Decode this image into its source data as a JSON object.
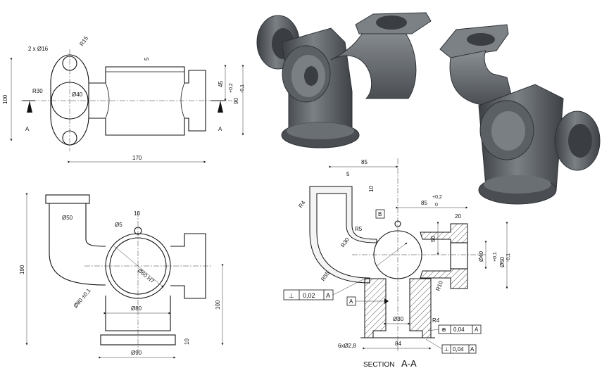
{
  "top_view": {
    "holes": "2 x Ø16",
    "r15": "R15",
    "r30": "R30",
    "d40": "Ø40",
    "dim100": "100",
    "dim170": "170",
    "dim5": "5",
    "dim45": "45",
    "dim90": "90",
    "tol_plus": "+0,2",
    "tol_minus": "-0,1",
    "sec_left": "A",
    "sec_right": "A"
  },
  "front_view": {
    "d50": "Ø50",
    "d5": "Ø5",
    "d10": "10",
    "d60": "Ø60 H7",
    "d80_tol": "Ø80 ±0,1",
    "d80": "Ø80",
    "d90": "Ø90",
    "dim190": "190",
    "dim100": "100",
    "dim10": "10"
  },
  "section_view": {
    "dim85_top": "85",
    "dim5": "5",
    "dim10": "10",
    "dim85_right": "85",
    "tol_plus": "+0,2",
    "tol_zero": "0",
    "dim20": "20",
    "r4_top": "R4",
    "r5": "R5",
    "r30": "R30",
    "r55": "R55",
    "dim50": "50",
    "d40": "Ø40",
    "d50_tol": "Ø50",
    "d50_plus": "+0,1",
    "d50_minus": "-0,1",
    "r10": "R10",
    "d30": "Ø30",
    "r4_bottom": "R4",
    "holes6": "6xØ2,8",
    "dim84": "84",
    "datum_b": "B",
    "datum_a": "A",
    "fcf1": {
      "symbol": "⊥",
      "value": "0,02",
      "datum": "A"
    },
    "fcf2": {
      "symbol": "⊕",
      "value": "0,04",
      "datum": "A"
    },
    "fcf3": {
      "symbol": "⊥",
      "value": "0,04",
      "datum": "A"
    },
    "title": "SECTION",
    "title_letter": "A-A"
  },
  "colors": {
    "body": "#5e6368",
    "body_light": "#8a8f94",
    "body_dark": "#3c4044",
    "line": "#111111"
  }
}
